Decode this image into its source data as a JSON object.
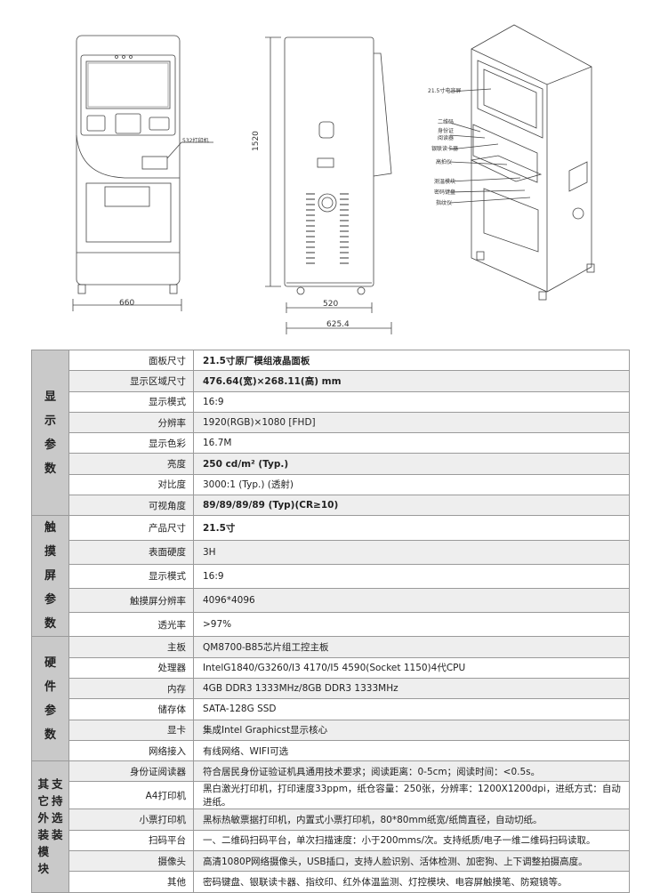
{
  "drawings": {
    "dims": {
      "width_front": "660",
      "height": "1520",
      "depth_base": "520",
      "depth_total": "625.4",
      "printer_front": "532打印机"
    },
    "callouts": [
      "21.5寸电容屏",
      "二维码",
      "身份证",
      "阅读器",
      "银联读卡器",
      "高拍仪",
      "测温模块",
      "密码键盘",
      "指纹仪"
    ]
  },
  "groups": [
    {
      "name": "显示参数",
      "rows": [
        {
          "label": "面板尺寸",
          "value": "21.5寸原厂模组液晶面板",
          "bold": true
        },
        {
          "label": "显示区域尺寸",
          "value": "476.64(宽)×268.11(高) mm",
          "bold": true
        },
        {
          "label": "显示模式",
          "value": "16:9"
        },
        {
          "label": "分辨率",
          "value": "1920(RGB)×1080 [FHD]"
        },
        {
          "label": "显示色彩",
          "value": "16.7M"
        },
        {
          "label": "亮度",
          "value": "250 cd/m² (Typ.)",
          "bold": true
        },
        {
          "label": "对比度",
          "value": "3000:1 (Typ.) (透射)"
        },
        {
          "label": "可视角度",
          "value": "89/89/89/89 (Typ)(CR≥10)",
          "bold": true
        }
      ]
    },
    {
      "name": "触摸屏参数",
      "rows": [
        {
          "label": "产品尺寸",
          "value": "21.5寸",
          "bold": true
        },
        {
          "label": "表面硬度",
          "value": "3H"
        },
        {
          "label": "显示模式",
          "value": "16:9"
        },
        {
          "label": "触摸屏分辨率",
          "value": "4096*4096"
        },
        {
          "label": "透光率",
          "value": ">97%"
        }
      ]
    },
    {
      "name": "硬件参数",
      "rows": [
        {
          "label": "主板",
          "value": "QM8700-B85芯片组工控主板"
        },
        {
          "label": "处理器",
          "value": "IntelG1840/G3260/I3 4170/I5 4590(Socket 1150)4代CPU"
        },
        {
          "label": "内存",
          "value": "4GB DDR3 1333MHz/8GB DDR3 1333MHz"
        },
        {
          "label": "储存体",
          "value": "SATA-128G SSD"
        },
        {
          "label": "显卡",
          "value": "集成Intel Graphicst显示核心"
        },
        {
          "label": "网络接入",
          "value": "有线网络、WIFI可选"
        }
      ]
    },
    {
      "name_col1": "其它外装模块",
      "name_col2": "支持选装",
      "rows": [
        {
          "label": "身份证阅读器",
          "value": "符合居民身份证验证机具通用技术要求；阅读距离：0-5cm；阅读时间：<0.5s。"
        },
        {
          "label": "A4打印机",
          "value": "黑白激光打印机，打印速度33ppm，纸仓容量：250张，分辨率：1200X1200dpi，进纸方式：自动进纸。"
        },
        {
          "label": "小票打印机",
          "value": "黑标热敏票据打印机，内置式小票打印机，80*80mm纸宽/纸筒直径，自动切纸。"
        },
        {
          "label": "扫码平台",
          "value": "一、二维码扫码平台，单次扫描速度：小于200mms/次。支持纸质/电子一维二维码扫码读取。"
        },
        {
          "label": "摄像头",
          "value": "高清1080P网络摄像头，USB插口，支持人脸识别、活体检测、加密狗、上下调整拍摄高度。"
        },
        {
          "label": "其他",
          "value": "密码键盘、银联读卡器、指纹印、红外体温监测、灯控模块、电容屏触摸笔、防窥镜等。"
        }
      ]
    }
  ]
}
